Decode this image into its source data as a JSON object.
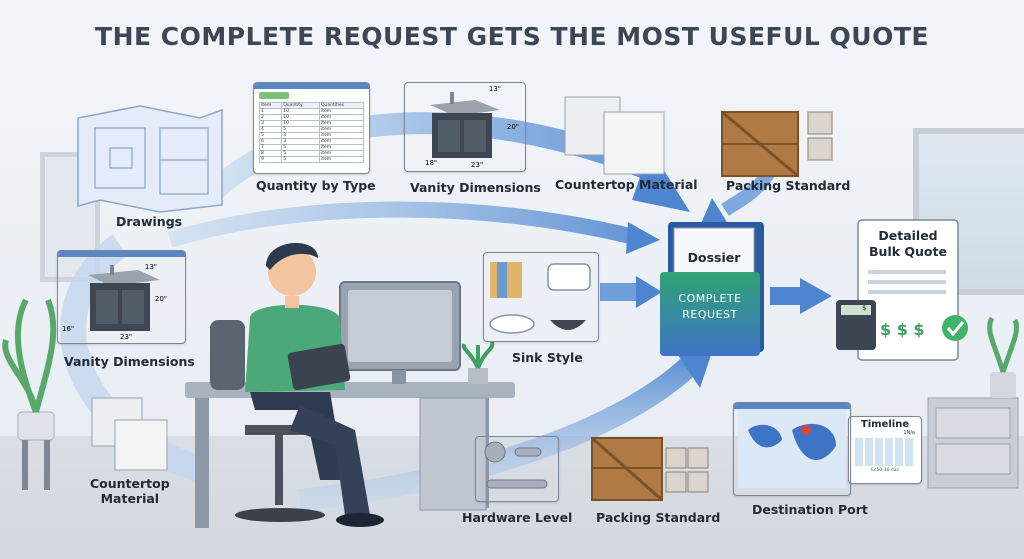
{
  "title": "THE COMPLETE REQUEST GETS THE MOST USEFUL QUOTE",
  "inputs": {
    "drawings": "Drawings",
    "quantity_by_type": "Quantity by Type",
    "vanity_dimensions_top": "Vanity Dimensions",
    "countertop_material_top": "Countertop Material",
    "packing_standard_top": "Packing Standard",
    "vanity_dimensions_left": "Vanity Dimensions",
    "sink_style": "Sink Style",
    "countertop_material_left": "Countertop\nMaterial",
    "hardware_level": "Hardware Level",
    "packing_standard_bottom": "Packing Standard",
    "destination_port": "Destination Port"
  },
  "spreadsheet": {
    "headers": [
      "Item",
      "Quantity",
      "Quantities"
    ],
    "rows": [
      {
        "n": "1",
        "q": "10",
        "u": "item"
      },
      {
        "n": "2",
        "q": "10",
        "u": "item"
      },
      {
        "n": "3",
        "q": "10",
        "u": "item"
      },
      {
        "n": "4",
        "q": "5",
        "u": "item"
      },
      {
        "n": "5",
        "q": "3",
        "u": "item"
      },
      {
        "n": "6",
        "q": "3",
        "u": "item"
      },
      {
        "n": "7",
        "q": "5",
        "u": "item"
      },
      {
        "n": "8",
        "q": "5",
        "u": "item"
      },
      {
        "n": "9",
        "q": "5",
        "u": "item"
      }
    ]
  },
  "dims_top": {
    "height": "20\"",
    "top": "13\"",
    "depth": "18\"",
    "width": "23\""
  },
  "dims_left": {
    "height": "20\"",
    "top": "13\"",
    "depth": "16\"",
    "width": "23\""
  },
  "dossier": {
    "tab": "Dossier",
    "line1": "COMPLETE",
    "line2": "REQUEST"
  },
  "quote": {
    "line1": "Detailed",
    "line2": "Bulk Quote",
    "money": "$ $ $",
    "calc_sign": "$"
  },
  "timeline": {
    "title": "Timeline",
    "month": "1N/a",
    "range": "Ec50-30 das"
  },
  "colors": {
    "arrow": "#4d86cf",
    "folder_green": "#2fa374",
    "folder_blue": "#3e74c6",
    "check": "#3fb26b",
    "money": "#3f9e62"
  }
}
